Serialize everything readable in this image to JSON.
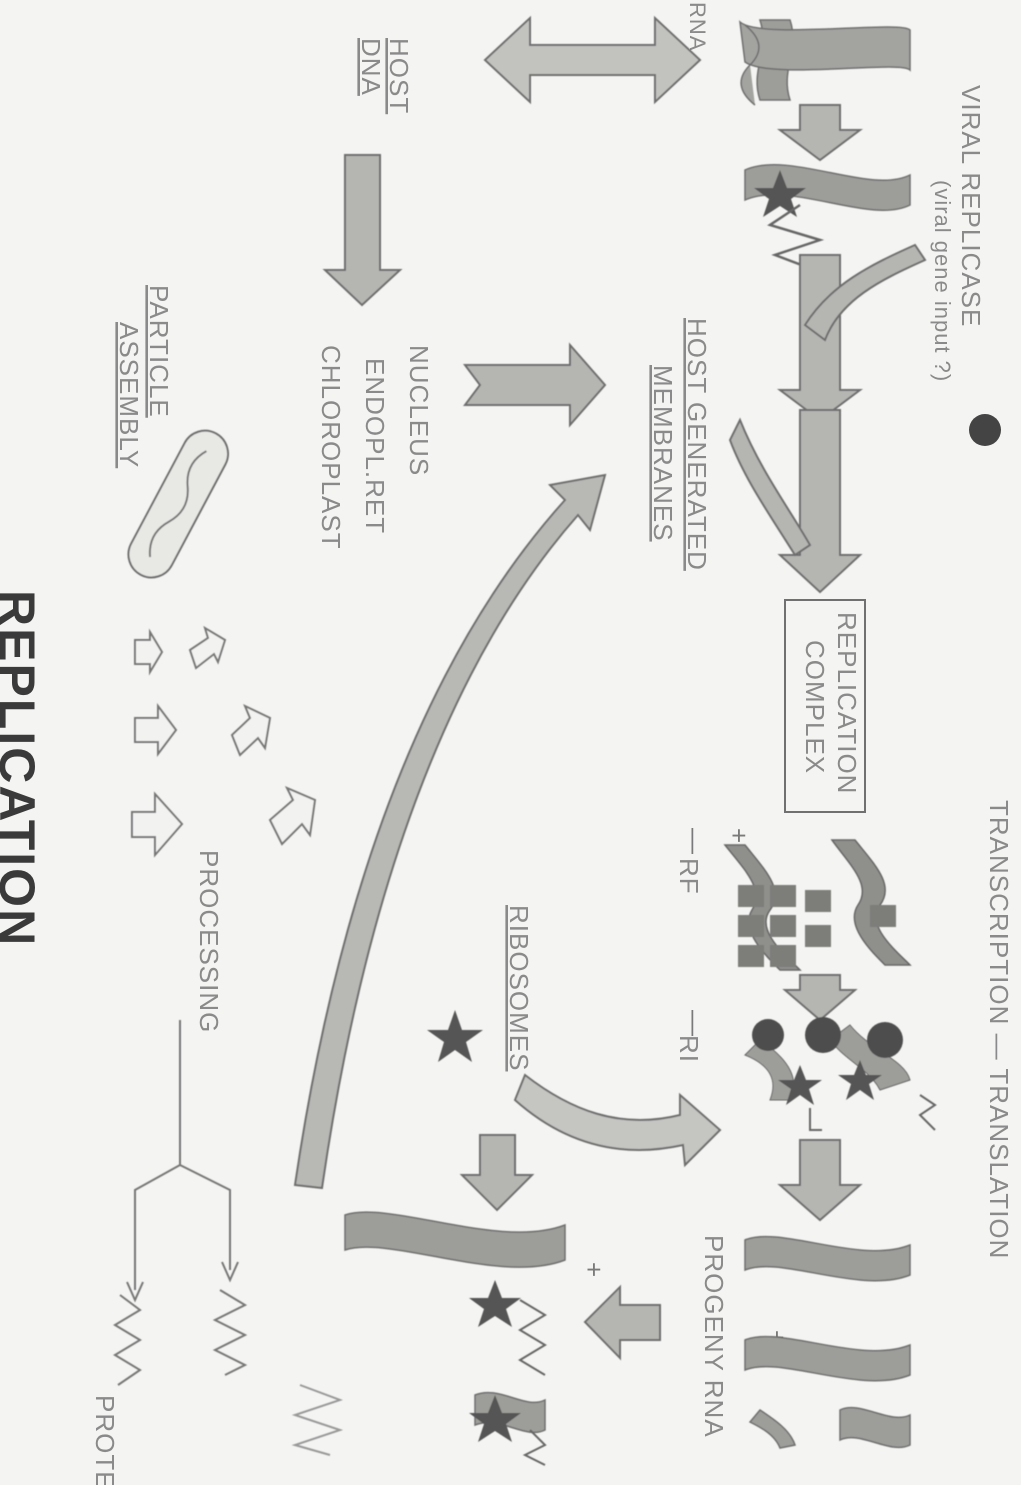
{
  "title": "REPLICATION",
  "labels": {
    "viral_replicase": "VIRAL  REPLICASE",
    "viral_gene_input": "(viral gene input ?)",
    "rna": "RNA",
    "host_dna_line1": "HOST",
    "host_dna_line2": "DNA",
    "host_generated_line1": "HOST GENERATED",
    "host_generated_line2": "MEMBRANES",
    "nucleus": "NUCLEUS",
    "endopl_ret": "ENDOPL.RET",
    "chloroplast": "CHLOROPLAST",
    "particle_line1": "PARTICLE",
    "particle_line2": "ASSEMBLY",
    "replication_complex_line1": "REPLICATION",
    "replication_complex_line2": "COMPLEX",
    "transcription_translation": "TRANSCRIPTION  —  TRANSLATION",
    "rf": "RF",
    "ri": "RI",
    "ribosomes": "RIBOSOMES",
    "processing": "PROCESSING",
    "progeny_rna": "PROGENY RNA",
    "protein": "PROTEIN"
  },
  "signs": {
    "rf_plus": "+",
    "rf_minus": "—",
    "ri_minus": "—",
    "ri_plus": "+",
    "progeny_plus": "+",
    "translated_plus": "+"
  },
  "colors": {
    "arrow_fill": "#b5b5b2",
    "arrow_stroke": "#6e6e6e",
    "rna_fill": "#9d9d9a",
    "star": "#555555",
    "ribosome": "#4d4d4d",
    "text": "#8a8a8a"
  }
}
